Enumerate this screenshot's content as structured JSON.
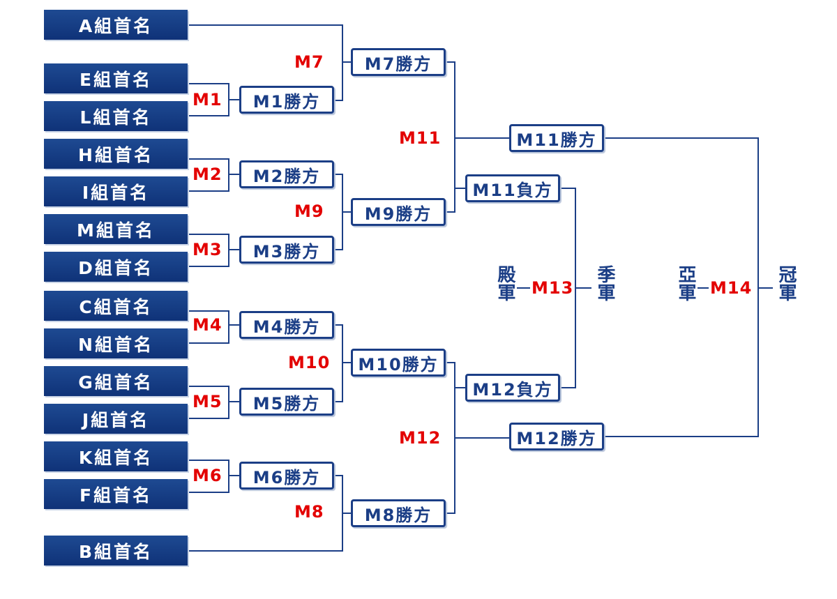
{
  "teams": {
    "a": "A組首名",
    "e": "E組首名",
    "l": "L組首名",
    "h": "H組首名",
    "i": "I組首名",
    "m": "M組首名",
    "d": "D組首名",
    "c": "C組首名",
    "n": "N組首名",
    "g": "G組首名",
    "j": "J組首名",
    "k": "K組首名",
    "f": "F組首名",
    "b": "B組首名"
  },
  "matches": {
    "m1": "M1",
    "m2": "M2",
    "m3": "M3",
    "m4": "M4",
    "m5": "M5",
    "m6": "M6",
    "m7": "M7",
    "m8": "M8",
    "m9": "M9",
    "m10": "M10",
    "m11": "M11",
    "m12": "M12",
    "m13": "M13",
    "m14": "M14"
  },
  "results": {
    "m1_win": "M1勝方",
    "m2_win": "M2勝方",
    "m3_win": "M3勝方",
    "m4_win": "M4勝方",
    "m5_win": "M5勝方",
    "m6_win": "M6勝方",
    "m7_win": "M7勝方",
    "m8_win": "M8勝方",
    "m9_win": "M9勝方",
    "m10_win": "M10勝方",
    "m11_win": "M11勝方",
    "m12_win": "M12勝方",
    "m11_lose": "M11負方",
    "m12_lose": "M12負方"
  },
  "places": {
    "fourth": "殿軍",
    "third": "季軍",
    "second": "亞軍",
    "first": "冠軍"
  },
  "colors": {
    "navy": "#1b3e86",
    "team_fill": "#163c84",
    "match_red": "#e30000"
  }
}
